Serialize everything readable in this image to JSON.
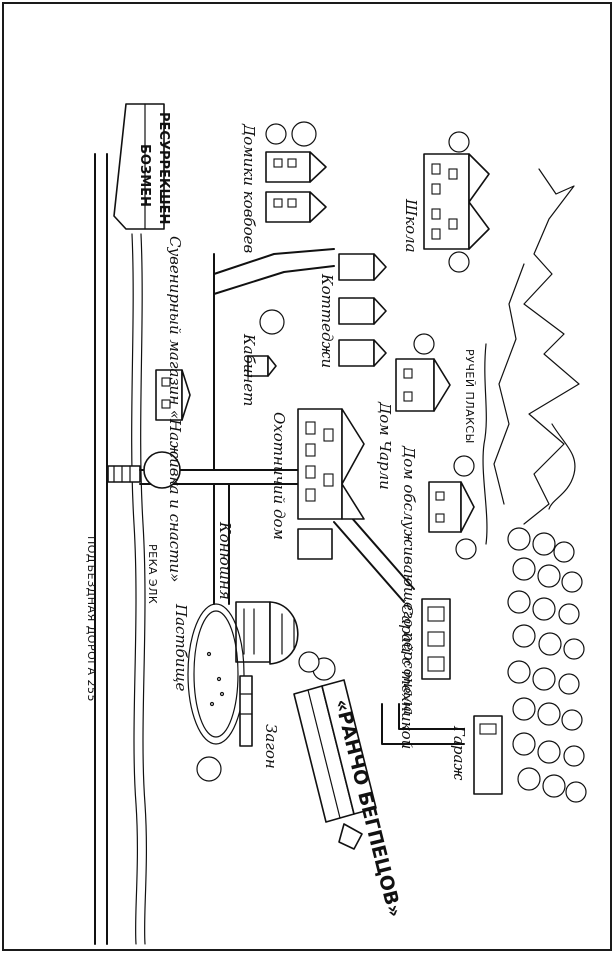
{
  "title": "«РАНЧО БЕГПЕЦОВ»",
  "road_label": "ПОДЪЕЗДНАЯ ДОРОГА 255",
  "river_label": "РЕКА ЭЛК",
  "creek_label": "РУЧЕЙ ПЛАКСЫ",
  "ranch_sign": "РАНЧО БЕГПЕЦОВ",
  "signposts": [
    "РЕСУРРЕКШЕН",
    "БОЗМЕН"
  ],
  "places": {
    "store": "Сувенирный магазин «Наживка и снасти»",
    "cowboy_cabins": "Домики ковбоев",
    "school": "Школа",
    "cottages": "Коттеджи",
    "cabinet": "Кабинет",
    "charley_house": "Дом Чарли",
    "service_house": "Дом обслуживающего персонала",
    "hunting_house": "Охотничий дом",
    "stable": "Конюшня",
    "pasture": "Пастбище",
    "barn_equipment": "Сарай с техникой",
    "garage": "Гараж",
    "barn": "Загон"
  },
  "colors": {
    "ink": "#111111",
    "paper": "#ffffff"
  }
}
